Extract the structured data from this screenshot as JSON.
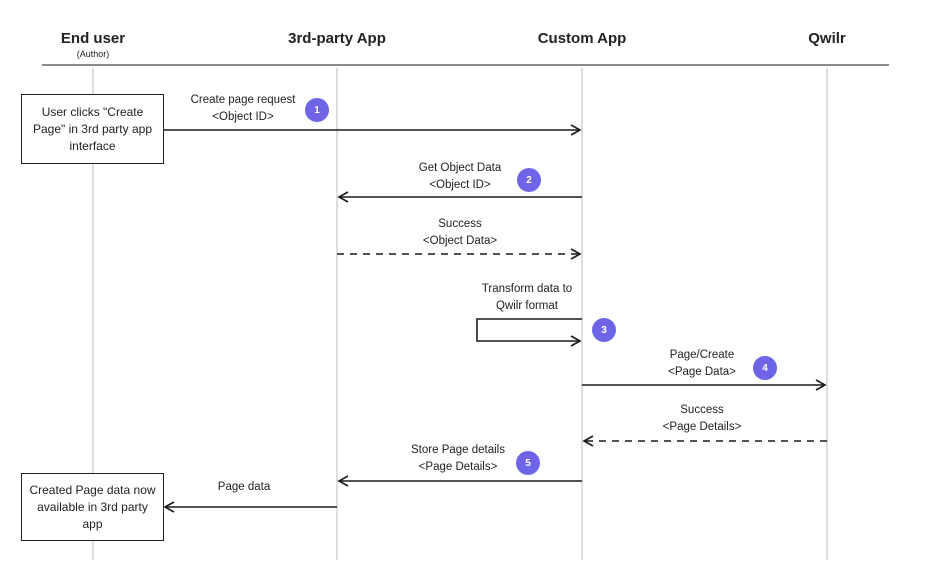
{
  "lanes": [
    {
      "name": "End user",
      "sub": "(Author)"
    },
    {
      "name": "3rd-party App",
      "sub": ""
    },
    {
      "name": "Custom App",
      "sub": ""
    },
    {
      "name": "Qwilr",
      "sub": ""
    }
  ],
  "boxes": {
    "start": "User clicks \"Create Page\" in 3rd party app interface",
    "end": "Created Page data now available in 3rd party app"
  },
  "messages": [
    {
      "line1": "Create page request",
      "line2": "<Object ID>",
      "step": "1"
    },
    {
      "line1": "Get Object Data",
      "line2": "<Object ID>",
      "step": "2"
    },
    {
      "line1": "Success",
      "line2": "<Object Data>",
      "step": ""
    },
    {
      "line1": "Transform data to",
      "line2": "Qwilr format",
      "step": "3"
    },
    {
      "line1": "Page/Create",
      "line2": "<Page Data>",
      "step": "4"
    },
    {
      "line1": "Success",
      "line2": "<Page Details>",
      "step": ""
    },
    {
      "line1": "Store Page details",
      "line2": "<Page Details>",
      "step": "5"
    },
    {
      "line1": "Page data",
      "line2": "",
      "step": ""
    }
  ],
  "colors": {
    "badge": "#6d64e8",
    "line": "#1a1a1a",
    "lifeline": "#bdbdbd"
  }
}
